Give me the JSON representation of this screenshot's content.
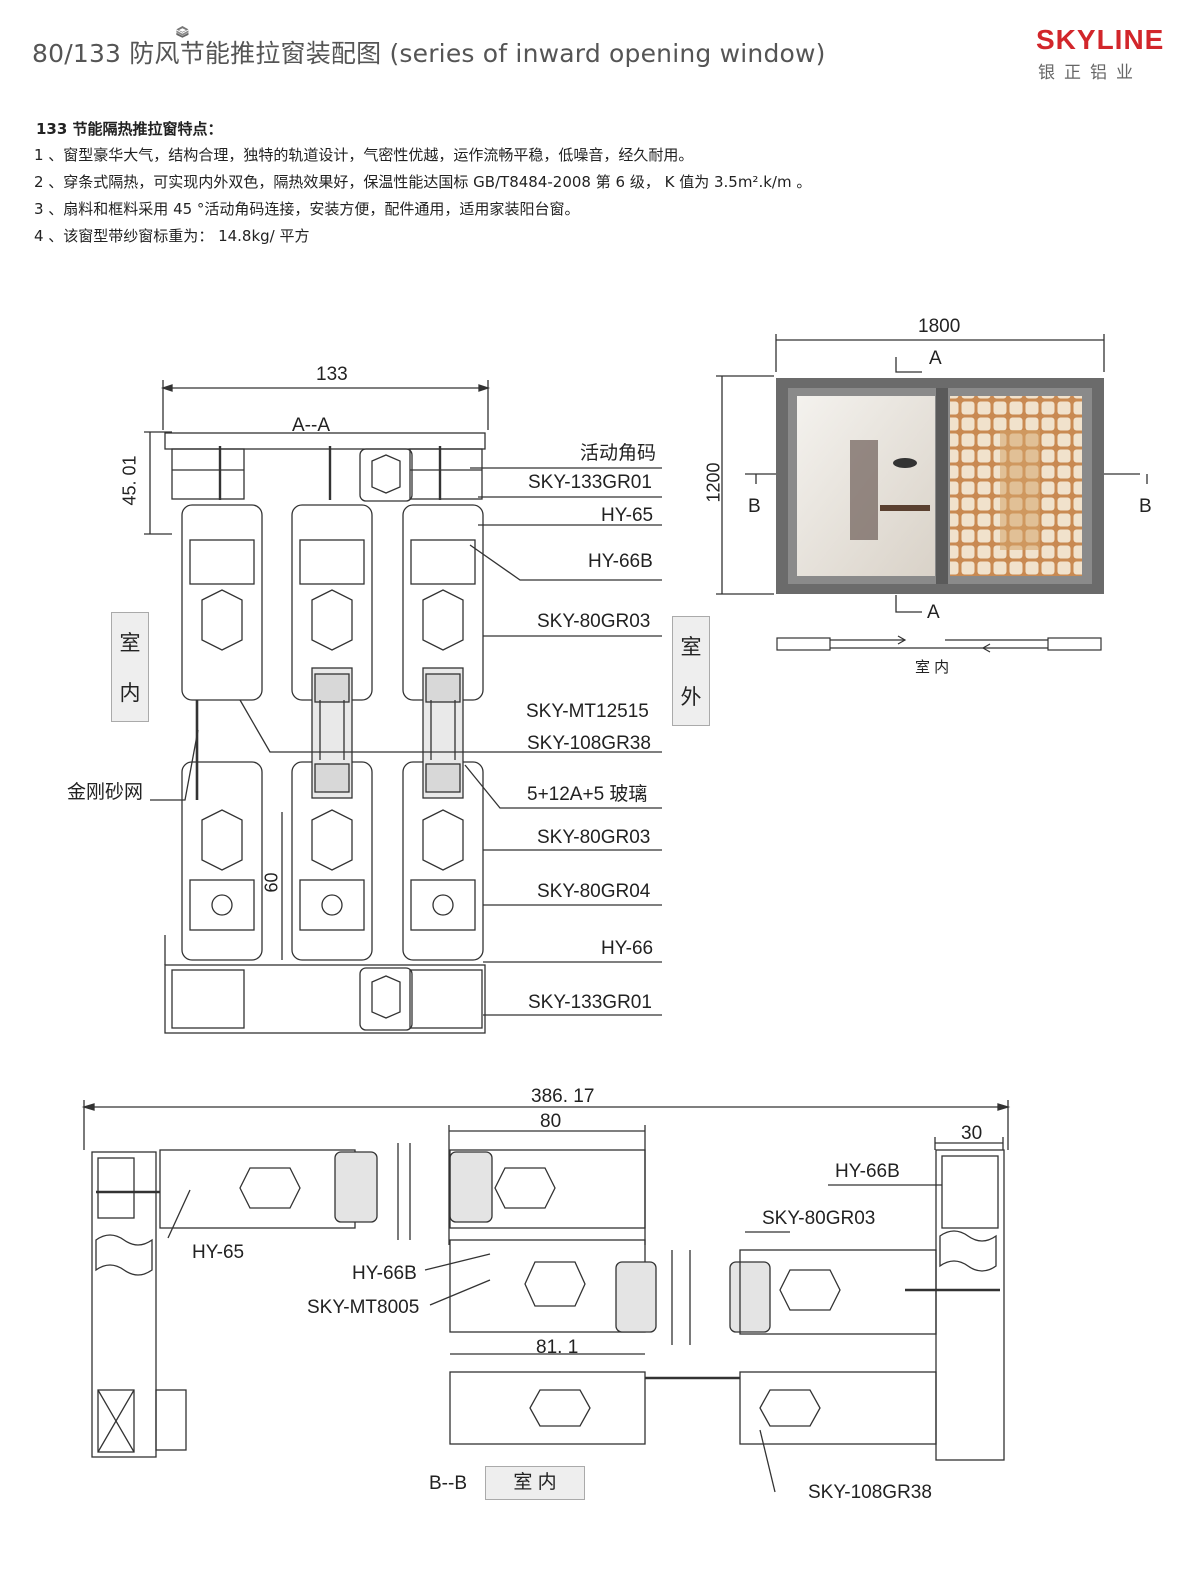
{
  "title": "80/133 防风节能推拉窗装配图 (series of inward opening window)",
  "brand": {
    "name": "SKYLINE",
    "chinese": "银正铝业"
  },
  "features": {
    "heading": "133 节能隔热推拉窗特点：",
    "items": [
      "1 、窗型豪华大气，结构合理，独特的轨道设计，气密性优越，运作流畅平稳，低噪音，经久耐用。",
      "2 、穿条式隔热，可实现内外双色，隔热效果好，保温性能达国标 GB/T8484-2008 第 6 级， K 值为 3.5m².k/m 。",
      "3 、扇料和框料采用 45 °活动角码连接，安装方便，配件通用，适用家装阳台窗。",
      "4 、该窗型带纱窗标重为： 14.8kg/ 平方"
    ]
  },
  "section_aa": {
    "section_label": "A--A",
    "dim_width": "133",
    "dim_height": "45. 01",
    "dim_60": "60",
    "indoor": [
      "室",
      "内"
    ],
    "outdoor": [
      "室",
      "外"
    ],
    "left_label": "金刚砂网",
    "labels": [
      "活动角码",
      "SKY-133GR01",
      "HY-65",
      "HY-66B",
      "SKY-80GR03",
      "SKY-MT12515",
      "SKY-108GR38",
      "5+12A+5 玻璃",
      "SKY-80GR03",
      "SKY-80GR04",
      "HY-66",
      "SKY-133GR01"
    ]
  },
  "elevation": {
    "dim_width": "1800",
    "dim_height": "1200",
    "mark_a": "A",
    "mark_b": "B",
    "indoor": "室 内"
  },
  "section_bb": {
    "section_label": "B--B",
    "indoor": "室 内",
    "dim_total": "386. 17",
    "dim_80": "80",
    "dim_30": "30",
    "dim_811": "81. 1",
    "labels": {
      "hy65": "HY-65",
      "hy66b_left": "HY-66B",
      "mt8005": "SKY-MT8005",
      "hy66b_right": "HY-66B",
      "gr03": "SKY-80GR03",
      "gr38": "SKY-108GR38"
    }
  },
  "colors": {
    "brand_red": "#d2262b",
    "frame_gray": "#6b6b6b",
    "line": "#333333"
  }
}
